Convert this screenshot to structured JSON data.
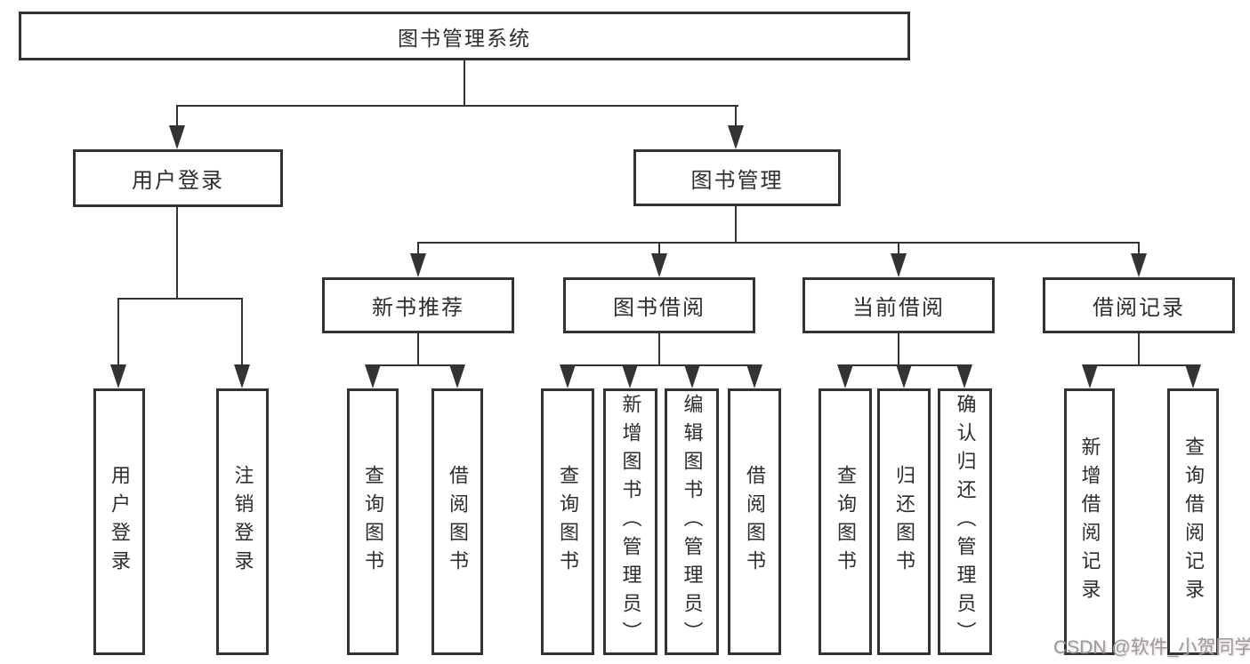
{
  "diagram": {
    "root": {
      "label": "图书管理系统"
    },
    "branches": [
      {
        "label": "用户登录"
      },
      {
        "label": "图书管理"
      }
    ],
    "modules": [
      {
        "label": "新书推荐"
      },
      {
        "label": "图书借阅"
      },
      {
        "label": "当前借阅"
      },
      {
        "label": "借阅记录"
      }
    ],
    "leaves": [
      {
        "label": "用户登录"
      },
      {
        "label": "注销登录"
      },
      {
        "label": "查询图书"
      },
      {
        "label": "借阅图书"
      },
      {
        "label": "查询图书"
      },
      {
        "label": "新增图书（管理员）"
      },
      {
        "label": "编辑图书（管理员）"
      },
      {
        "label": "借阅图书"
      },
      {
        "label": "查询图书"
      },
      {
        "label": "归还图书"
      },
      {
        "label": "确认归还（管理员）"
      },
      {
        "label": "新增借阅记录"
      },
      {
        "label": "查询借阅记录"
      }
    ]
  },
  "watermark": {
    "text": "CSDN @软件_小贺同学"
  },
  "colors": {
    "line": "#333333",
    "text": "#2e2e2e",
    "watermark": "#9b9b9b"
  }
}
